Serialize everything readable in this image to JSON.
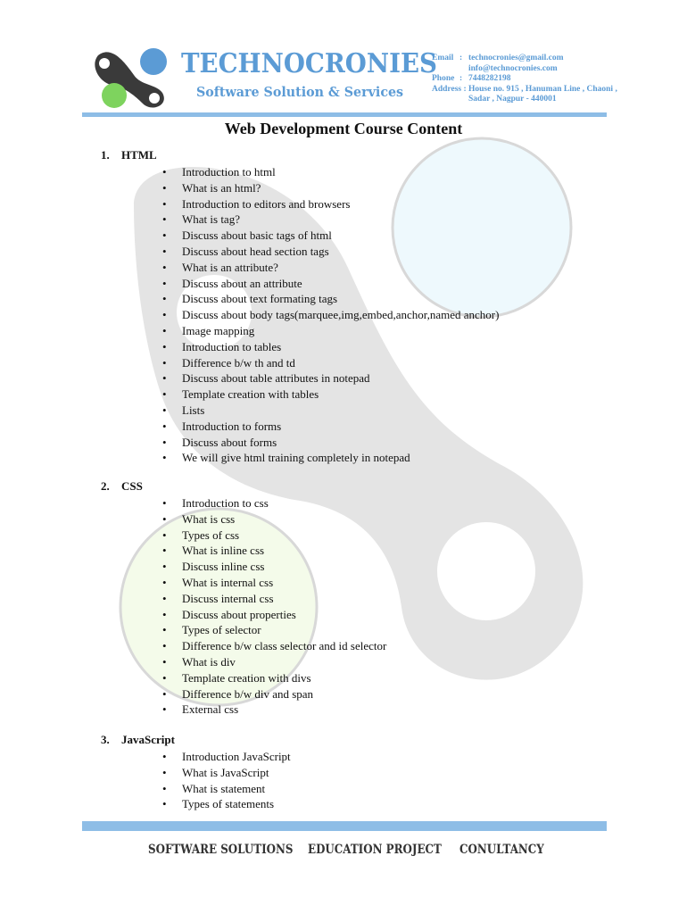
{
  "header": {
    "brand": "TECHNOCRONIES",
    "tagline": "Software Solution & Services",
    "contact": [
      {
        "key": "Email",
        "value": "technocronies@gmail.com"
      },
      {
        "key": "",
        "value": "info@technocronies.com"
      },
      {
        "key": "Phone",
        "value": "7448282198"
      },
      {
        "key": "Address :",
        "value": "House no. 915 , Hanuman Line , Chaoni ,"
      },
      {
        "key": "",
        "value": "Sadar , Nagpur - 440001"
      }
    ]
  },
  "title": "Web Development Course Content",
  "sections": [
    {
      "num": "1.",
      "label": "HTML",
      "items": [
        "Introduction to html",
        "What is an html?",
        "Introduction to editors and browsers",
        "What is tag?",
        "Discuss about basic tags of html",
        "Discuss about head section tags",
        "What is an attribute?",
        "Discuss about an attribute",
        "Discuss about text formating tags",
        "Discuss about body tags(marquee,img,embed,anchor,named anchor)",
        "Image mapping",
        "Introduction to tables",
        "Difference b/w th and td",
        "Discuss about table attributes in notepad",
        "Template creation with tables",
        "Lists",
        "Introduction to forms",
        "Discuss about forms",
        "We will give html training completely in notepad"
      ]
    },
    {
      "num": "2.",
      "label": "CSS",
      "items": [
        "Introduction to css",
        "What is css",
        "Types of css",
        "What is inline css",
        "Discuss inline css",
        "What is internal css",
        "Discuss internal css",
        "Discuss about properties",
        "Types of selector",
        "Difference  b/w class selector and id selector",
        "What is div",
        "Template creation with divs",
        "Difference b/w div and span",
        "External css"
      ]
    },
    {
      "num": "3.",
      "label": "JavaScript",
      "items": [
        "Introduction JavaScript",
        "What is JavaScript",
        "What is statement",
        "Types of statements"
      ]
    }
  ],
  "footer": [
    "SOFTWARE SOLUTIONS",
    "EDUCATION PROJECT",
    "CONULTANCY"
  ],
  "colors": {
    "accent": "#5b9bd5",
    "bar": "#8ebde6"
  }
}
